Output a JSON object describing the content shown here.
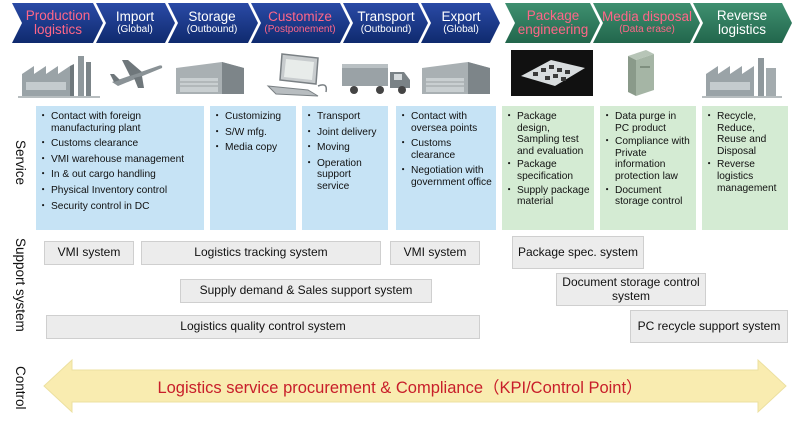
{
  "stages": [
    {
      "name": "Production logistics",
      "line1": "Production",
      "line2": "logistics",
      "sub": "",
      "color": "#ff6688"
    },
    {
      "name": "Import",
      "line1": "Import",
      "line2": "",
      "sub": "(Global)",
      "color": "#ffffff"
    },
    {
      "name": "Storage",
      "line1": "Storage",
      "line2": "",
      "sub": "(Outbound)",
      "color": "#ffffff"
    },
    {
      "name": "Customize",
      "line1": "Customize",
      "line2": "",
      "sub": "(Postponement)",
      "color": "#ff6688"
    },
    {
      "name": "Transport",
      "line1": "Transport",
      "line2": "",
      "sub": "(Outbound)",
      "color": "#ffffff"
    },
    {
      "name": "Export",
      "line1": "Export",
      "line2": "",
      "sub": "(Global)",
      "color": "#ffffff"
    },
    {
      "name": "Package engineering",
      "line1": "Package",
      "line2": "engineering",
      "sub": "",
      "color": "#ff6688"
    },
    {
      "name": "Media disposal",
      "line1": "Media disposal",
      "line2": "",
      "sub": "(Data erase)",
      "color": "#ff6688"
    },
    {
      "name": "Reverse logistics",
      "line1": "Reverse",
      "line2": "logistics",
      "sub": "",
      "color": "#ffffff"
    }
  ],
  "icons": [
    "factory-icon",
    "airplane-icon",
    "warehouse-icon",
    "computer-icon",
    "truck-icon",
    "warehouse-icon",
    "circuit-board-icon",
    "server-tower-icon",
    "recycle-plant-icon"
  ],
  "labels": {
    "service": "Service",
    "support": "Support system",
    "control": "Control"
  },
  "services": [
    {
      "items": [
        "Contact with foreign manufacturing plant",
        "Customs clearance",
        "VMI warehouse management",
        "In & out cargo handling",
        "Physical Inventory control",
        "Security control in DC"
      ]
    },
    {
      "items": [
        "Customizing",
        "S/W mfg.",
        "Media copy"
      ]
    },
    {
      "items": [
        "Transport",
        "Joint delivery",
        "Moving",
        "Operation support service"
      ]
    },
    {
      "items": [
        "Contact with oversea points",
        "Customs clearance",
        "Negotiation with government office"
      ]
    },
    {
      "items": [
        "Package design, Sampling test and evaluation",
        "Package specification",
        "Supply package material"
      ]
    },
    {
      "items": [
        "Data purge in PC product",
        "Compliance with Private information protection law",
        "Document storage control"
      ]
    },
    {
      "items": [
        "Recycle, Reduce, Reuse and Disposal",
        "Reverse logistics management"
      ]
    }
  ],
  "systems": {
    "vmi_left": "VMI system",
    "tracking": "Logistics tracking system",
    "vmi_right": "VMI system",
    "package_spec": "Package spec. system",
    "supply_demand": "Supply demand & Sales support system",
    "doc_storage": "Document storage control system",
    "pc_recycle": "PC recycle support system",
    "quality": "Logistics quality control system"
  },
  "control": {
    "text": "Logistics service procurement & Compliance（KPI/Control Point）"
  },
  "colors": {
    "stage_blue": "#13307f",
    "stage_green": "#2e7a5e",
    "highlight": "#ff6688",
    "service_blue": "#c6e3f5",
    "service_green": "#d4ebd3",
    "arrow_fill": "#f9ecb0",
    "control_text": "#c81e2a"
  }
}
